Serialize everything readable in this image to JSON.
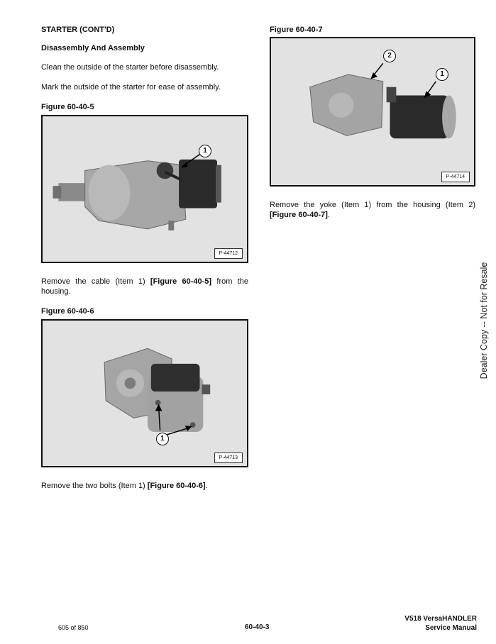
{
  "left": {
    "heading": "STARTER (CONT'D)",
    "subheading": "Disassembly And Assembly",
    "para1": "Clean the outside of the starter before disassembly.",
    "para2": "Mark the outside of the starter for ease of assembly.",
    "fig5": {
      "caption": "Figure 60-40-5",
      "photo_id": "P-44712",
      "callouts": [
        "1"
      ],
      "text_a": "Remove the cable (Item 1) ",
      "text_ref": "[Figure 60-40-5]",
      "text_b": " from the housing."
    },
    "fig6": {
      "caption": "Figure 60-40-6",
      "photo_id": "P-44713",
      "callouts": [
        "1"
      ],
      "text_a": "Remove the two bolts (Item 1) ",
      "text_ref": "[Figure 60-40-6]",
      "text_b": "."
    }
  },
  "right": {
    "fig7": {
      "caption": "Figure 60-40-7",
      "photo_id": "P-44714",
      "callouts": [
        "2",
        "1"
      ],
      "text_a": "Remove the yoke (Item 1) from the housing (Item 2) ",
      "text_ref": "[Figure 60-40-7]",
      "text_b": "."
    }
  },
  "side_text": "Dealer Copy -- Not for Resale",
  "footer": {
    "page_count": "605 of 850",
    "page_number": "60-40-3",
    "product": "V518 VersaHANDLER",
    "manual": "Service Manual"
  }
}
